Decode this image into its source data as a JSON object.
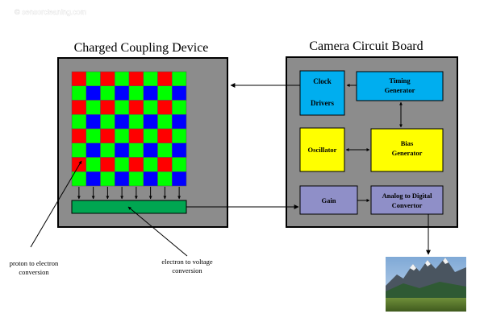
{
  "watermark": "© sensorcleaning.com",
  "ccd": {
    "title": "Charged Coupling Device",
    "grid_pattern": [
      [
        "R",
        "G",
        "R",
        "G",
        "R",
        "G",
        "R",
        "G"
      ],
      [
        "G",
        "B",
        "G",
        "B",
        "G",
        "B",
        "G",
        "B"
      ],
      [
        "R",
        "G",
        "R",
        "G",
        "R",
        "G",
        "R",
        "G"
      ],
      [
        "G",
        "B",
        "G",
        "B",
        "G",
        "B",
        "G",
        "B"
      ],
      [
        "R",
        "G",
        "R",
        "G",
        "R",
        "G",
        "R",
        "G"
      ],
      [
        "G",
        "B",
        "G",
        "B",
        "G",
        "B",
        "G",
        "B"
      ],
      [
        "R",
        "G",
        "R",
        "G",
        "R",
        "G",
        "R",
        "G"
      ],
      [
        "G",
        "B",
        "G",
        "B",
        "G",
        "B",
        "G",
        "B"
      ]
    ],
    "colors": {
      "panel": "#8c8c8c",
      "R": "#ff0000",
      "G": "#00ff00",
      "B": "#0000ff",
      "register": "#00a651"
    }
  },
  "board": {
    "title": "Camera Circuit Board",
    "blocks": {
      "clock_drivers": {
        "line1": "Clock",
        "line2": "Drivers",
        "color": "#00aeef"
      },
      "timing_generator": {
        "line1": "Timing",
        "line2": "Generator",
        "color": "#00aeef"
      },
      "oscillator": {
        "line1": "Oscillator",
        "color": "#ffff00"
      },
      "bias_generator": {
        "line1": "Bias",
        "line2": "Generator",
        "color": "#ffff00"
      },
      "gain": {
        "line1": "Gain",
        "color": "#8f8fc8"
      },
      "adc": {
        "line1": "Analog to Digital",
        "line2": "Convertor",
        "color": "#8f8fc8"
      }
    }
  },
  "annotations": {
    "proton": {
      "line1": "proton to electron",
      "line2": "conversion"
    },
    "electron": {
      "line1": "electron to voltage",
      "line2": "conversion"
    }
  },
  "photo": {
    "subject": "mountain-landscape"
  }
}
